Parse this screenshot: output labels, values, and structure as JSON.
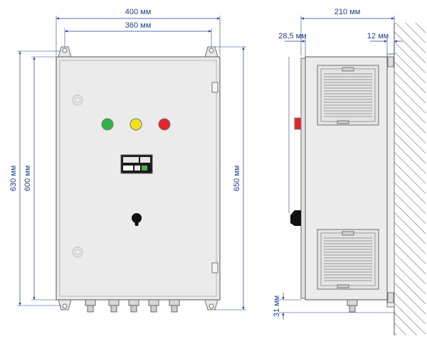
{
  "dimensions": {
    "front_width": "400 мм",
    "front_mount_width": "360 мм",
    "front_body_height": "600 мм",
    "front_total_height": "630 мм",
    "front_mount_height": "650 мм",
    "side_depth": "210 мм",
    "side_door_offset": "28,5 мм",
    "side_wall_gap": "12 мм",
    "side_gland_height": "31 мм"
  },
  "colors": {
    "dimension_line": "#1f3f8f",
    "cabinet_fill": "#eaeaea",
    "cabinet_stroke": "#6f6f6f",
    "lamp_green": "#2fb24a",
    "lamp_yellow": "#f2e21b",
    "lamp_red": "#e3242b",
    "handle": "#111111"
  },
  "icons": {
    "lamps": [
      "green-lamp-icon",
      "yellow-lamp-icon",
      "red-lamp-icon"
    ],
    "switch": "rotary-switch-icon",
    "display": "controller-display-icon",
    "vent": "ventilation-grille-icon"
  }
}
